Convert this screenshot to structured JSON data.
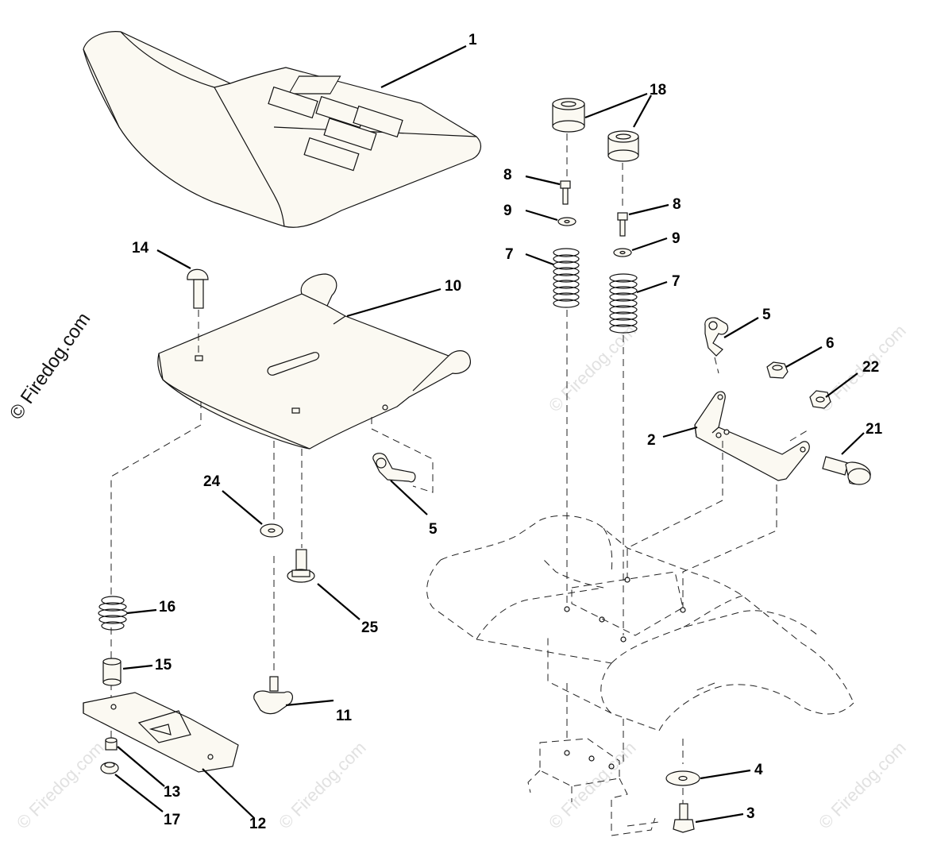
{
  "copyright": "© Firedog.com",
  "watermark": "© Firedog.com",
  "callouts": {
    "c1": "1",
    "c18": "18",
    "c8a": "8",
    "c8b": "8",
    "c9a": "9",
    "c9b": "9",
    "c7a": "7",
    "c7b": "7",
    "c14": "14",
    "c10": "10",
    "c5a": "5",
    "c5b": "5",
    "c6": "6",
    "c22": "22",
    "c2": "2",
    "c21": "21",
    "c24": "24",
    "c25": "25",
    "c16": "16",
    "c15": "15",
    "c11": "11",
    "c13": "13",
    "c17": "17",
    "c12": "12",
    "c4": "4",
    "c3": "3"
  }
}
